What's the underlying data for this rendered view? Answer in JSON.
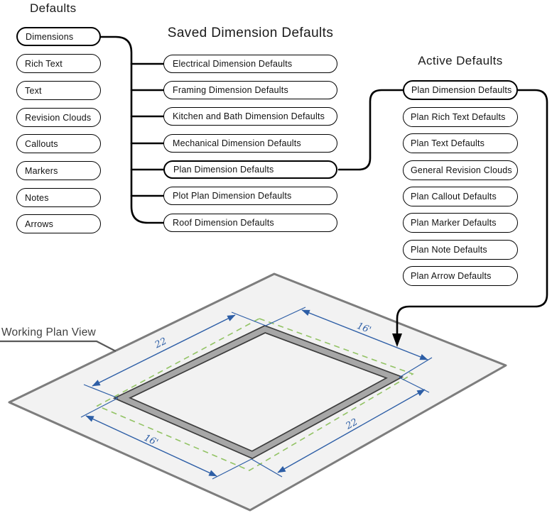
{
  "headings": {
    "defaults": "Defaults",
    "saved": "Saved Dimension Defaults",
    "active": "Active Defaults"
  },
  "defaults_list": {
    "items": [
      "Dimensions",
      "Rich Text",
      "Text",
      "Revision Clouds",
      "Callouts",
      "Markers",
      "Notes",
      "Arrows"
    ],
    "highlighted_item": "Dimensions"
  },
  "saved_list": {
    "items": [
      "Electrical Dimension Defaults",
      "Framing Dimension Defaults",
      "Kitchen and Bath Dimension Defaults",
      "Mechanical Dimension Defaults",
      "Plan Dimension Defaults",
      "Plot Plan Dimension Defaults",
      "Roof Dimension Defaults"
    ],
    "highlighted_item": "Plan Dimension Defaults"
  },
  "active_list": {
    "items": [
      "Plan Dimension Defaults",
      "Plan Rich Text Defaults",
      "Plan Text Defaults",
      "General Revision Clouds",
      "Plan Callout Defaults",
      "Plan Marker Defaults",
      "Plan Note Defaults",
      "Plan Arrow Defaults"
    ],
    "highlighted_item": "Plan Dimension Defaults"
  },
  "plan_view": {
    "label": "Working Plan View",
    "dim_top_left": "22",
    "dim_bottom_left": "16'",
    "dim_top_right": "16'",
    "dim_bottom_right": "22"
  },
  "colors": {
    "dimension_blue": "#2D5EA6",
    "reference_green": "#92C364",
    "wall_gray": "#A7A7A7",
    "wall_outline": "#3D3D3D",
    "plane_fill": "#F2F2F2",
    "plane_border": "#7D7D7D",
    "connector_black": "#000000",
    "leader_gray": "#595959"
  }
}
